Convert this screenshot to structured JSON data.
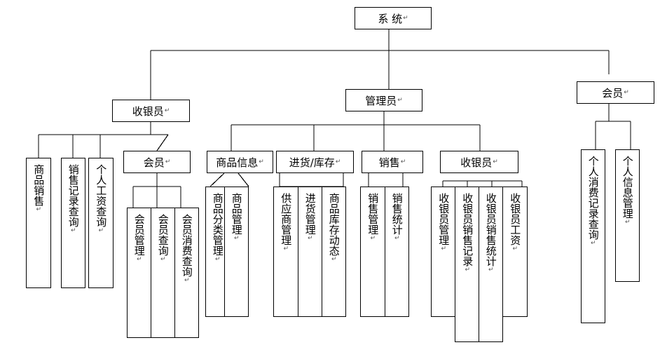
{
  "diagram": {
    "root": "系 统",
    "mid": {
      "cashier": "收银员",
      "admin": "管理员",
      "member": "会员"
    },
    "cashier_children": {
      "product_sales": "商品销售",
      "sales_record_query": "销售记录查询",
      "salary_query": "个人工资查询",
      "member_group": "会员"
    },
    "member_group_children": {
      "member_manage": "会员管理",
      "member_query": "会员查询",
      "member_consume_query": "会员消费查询"
    },
    "admin_children": {
      "product_info": "商品信息",
      "purchase_stock": "进货/库存",
      "sales": "销售",
      "cashier": "收银员"
    },
    "product_info_children": {
      "category_manage": "商品分类管理",
      "product_manage": "商品管理"
    },
    "purchase_children": {
      "supplier_manage": "供应商管理",
      "purchase_manage": "进货管理",
      "stock_dynamics": "商品库存动态"
    },
    "sales_children": {
      "sales_manage": "销售管理",
      "sales_stats": "销售统计"
    },
    "cashier_admin_children": {
      "cashier_manage": "收银员管理",
      "cashier_sales_record": "收银员销售记录",
      "cashier_sales_stats": "收银员销售统计",
      "cashier_salary": "收银员工资"
    },
    "member_children": {
      "personal_consume_query": "个人消费记录查询",
      "personal_info_manage": "个人信息管理"
    },
    "return_mark": "↵"
  }
}
